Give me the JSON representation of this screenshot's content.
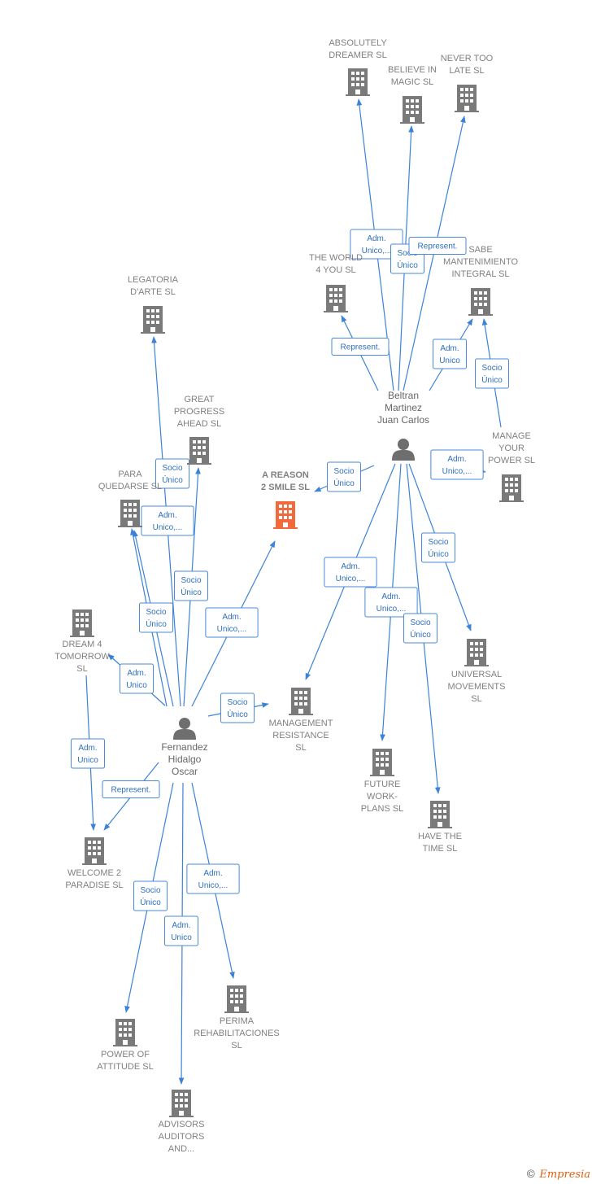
{
  "colors": {
    "company": "#7a7a7a",
    "focus_company": "#f26a3c",
    "edge": "#3c82d8",
    "label_text": "#2f6fc0"
  },
  "persons": [
    {
      "id": "beltran",
      "name": [
        "Beltran",
        "Martinez",
        "Juan Carlos"
      ]
    },
    {
      "id": "fernandez",
      "name": [
        "Fernandez",
        "Hidalgo",
        "Oscar"
      ]
    }
  ],
  "companies": [
    {
      "id": "absolutely",
      "name": [
        "ABSOLUTELY",
        "DREAMER  SL"
      ]
    },
    {
      "id": "believe",
      "name": [
        "BELIEVE IN",
        "MAGIC  SL"
      ]
    },
    {
      "id": "nevertoo",
      "name": [
        "NEVER TOO",
        "LATE  SL"
      ]
    },
    {
      "id": "theworld",
      "name": [
        "THE WORLD",
        "4 YOU  SL"
      ]
    },
    {
      "id": "sabe",
      "name": [
        "SABE",
        "MANTENIMIENTO",
        "INTEGRAL  SL"
      ]
    },
    {
      "id": "legatoria",
      "name": [
        "LEGATORIA",
        "D'ARTE  SL"
      ]
    },
    {
      "id": "great",
      "name": [
        "GREAT",
        "PROGRESS",
        "AHEAD  SL"
      ]
    },
    {
      "id": "para",
      "name": [
        "PARA",
        "QUEDARSE  SL"
      ]
    },
    {
      "id": "areason",
      "name": [
        "A REASON",
        "2 SMILE  SL"
      ],
      "focus": true
    },
    {
      "id": "manage",
      "name": [
        "MANAGE",
        "YOUR",
        "POWER  SL"
      ]
    },
    {
      "id": "dream4",
      "name": [
        "DREAM 4",
        "TOMORROW",
        "SL"
      ]
    },
    {
      "id": "universal",
      "name": [
        "UNIVERSAL",
        "MOVEMENTS",
        "SL"
      ]
    },
    {
      "id": "management",
      "name": [
        "MANAGEMENT",
        "RESISTANCE",
        "SL"
      ]
    },
    {
      "id": "future",
      "name": [
        "FUTURE",
        "WORK-",
        "PLANS  SL"
      ]
    },
    {
      "id": "havethe",
      "name": [
        "HAVE THE",
        "TIME  SL"
      ]
    },
    {
      "id": "welcome",
      "name": [
        "WELCOME 2",
        "PARADISE  SL"
      ]
    },
    {
      "id": "perima",
      "name": [
        "PERIMA",
        "REHABILITACIONES",
        "SL"
      ]
    },
    {
      "id": "powerof",
      "name": [
        "POWER OF",
        "ATTITUDE  SL"
      ]
    },
    {
      "id": "advisors",
      "name": [
        "ADVISORS",
        "AUDITORS",
        "AND..."
      ]
    }
  ],
  "edges": [
    {
      "from": "beltran",
      "to": "absolutely",
      "label": [
        "Adm.",
        "Unico,..."
      ]
    },
    {
      "from": "beltran",
      "to": "believe",
      "label": [
        "Socio",
        "Único"
      ]
    },
    {
      "from": "beltran",
      "to": "nevertoo",
      "label": [
        "Represent."
      ]
    },
    {
      "from": "beltran",
      "to": "theworld",
      "label": [
        "Represent."
      ]
    },
    {
      "from": "beltran",
      "to": "sabe",
      "label": [
        "Adm.",
        "Unico"
      ]
    },
    {
      "from": "beltran",
      "to": "manage",
      "label": [
        "Adm.",
        "Unico,..."
      ]
    },
    {
      "from": "beltran",
      "to": "sabe",
      "label": [
        "Socio",
        "Único"
      ],
      "alt": true
    },
    {
      "from": "beltran",
      "to": "areason",
      "label": [
        "Socio",
        "Único"
      ]
    },
    {
      "from": "beltran",
      "to": "universal",
      "label": [
        "Socio",
        "Único"
      ]
    },
    {
      "from": "beltran",
      "to": "management",
      "label": [
        "Adm.",
        "Unico,..."
      ]
    },
    {
      "from": "beltran",
      "to": "future",
      "label": [
        "Adm.",
        "Unico,..."
      ]
    },
    {
      "from": "beltran",
      "to": "havethe",
      "label": [
        "Socio",
        "Único"
      ]
    },
    {
      "from": "fernandez",
      "to": "legatoria",
      "label": [
        "Socio",
        "Único"
      ]
    },
    {
      "from": "fernandez",
      "to": "para",
      "label": [
        "Adm.",
        "Unico,..."
      ]
    },
    {
      "from": "fernandez",
      "to": "great",
      "label": [
        "Socio",
        "Único"
      ]
    },
    {
      "from": "fernandez",
      "to": "para",
      "label": [
        "Socio",
        "Único"
      ],
      "alt": true
    },
    {
      "from": "fernandez",
      "to": "areason",
      "label": [
        "Adm.",
        "Unico,..."
      ]
    },
    {
      "from": "fernandez",
      "to": "dream4",
      "label": [
        "Adm.",
        "Unico"
      ]
    },
    {
      "from": "fernandez",
      "to": "management",
      "label": [
        "Socio",
        "Único"
      ]
    },
    {
      "from": "dream4",
      "to": "welcome",
      "label": [
        "Adm.",
        "Unico"
      ]
    },
    {
      "from": "fernandez",
      "to": "welcome",
      "label": [
        "Represent."
      ]
    },
    {
      "from": "fernandez",
      "to": "perima",
      "label": [
        "Adm.",
        "Unico,..."
      ]
    },
    {
      "from": "fernandez",
      "to": "powerof",
      "label": [
        "Socio",
        "Único"
      ]
    },
    {
      "from": "fernandez",
      "to": "advisors",
      "label": [
        "Adm.",
        "Unico"
      ]
    }
  ],
  "footer": {
    "copyright": "©",
    "brand": "Empresia"
  }
}
